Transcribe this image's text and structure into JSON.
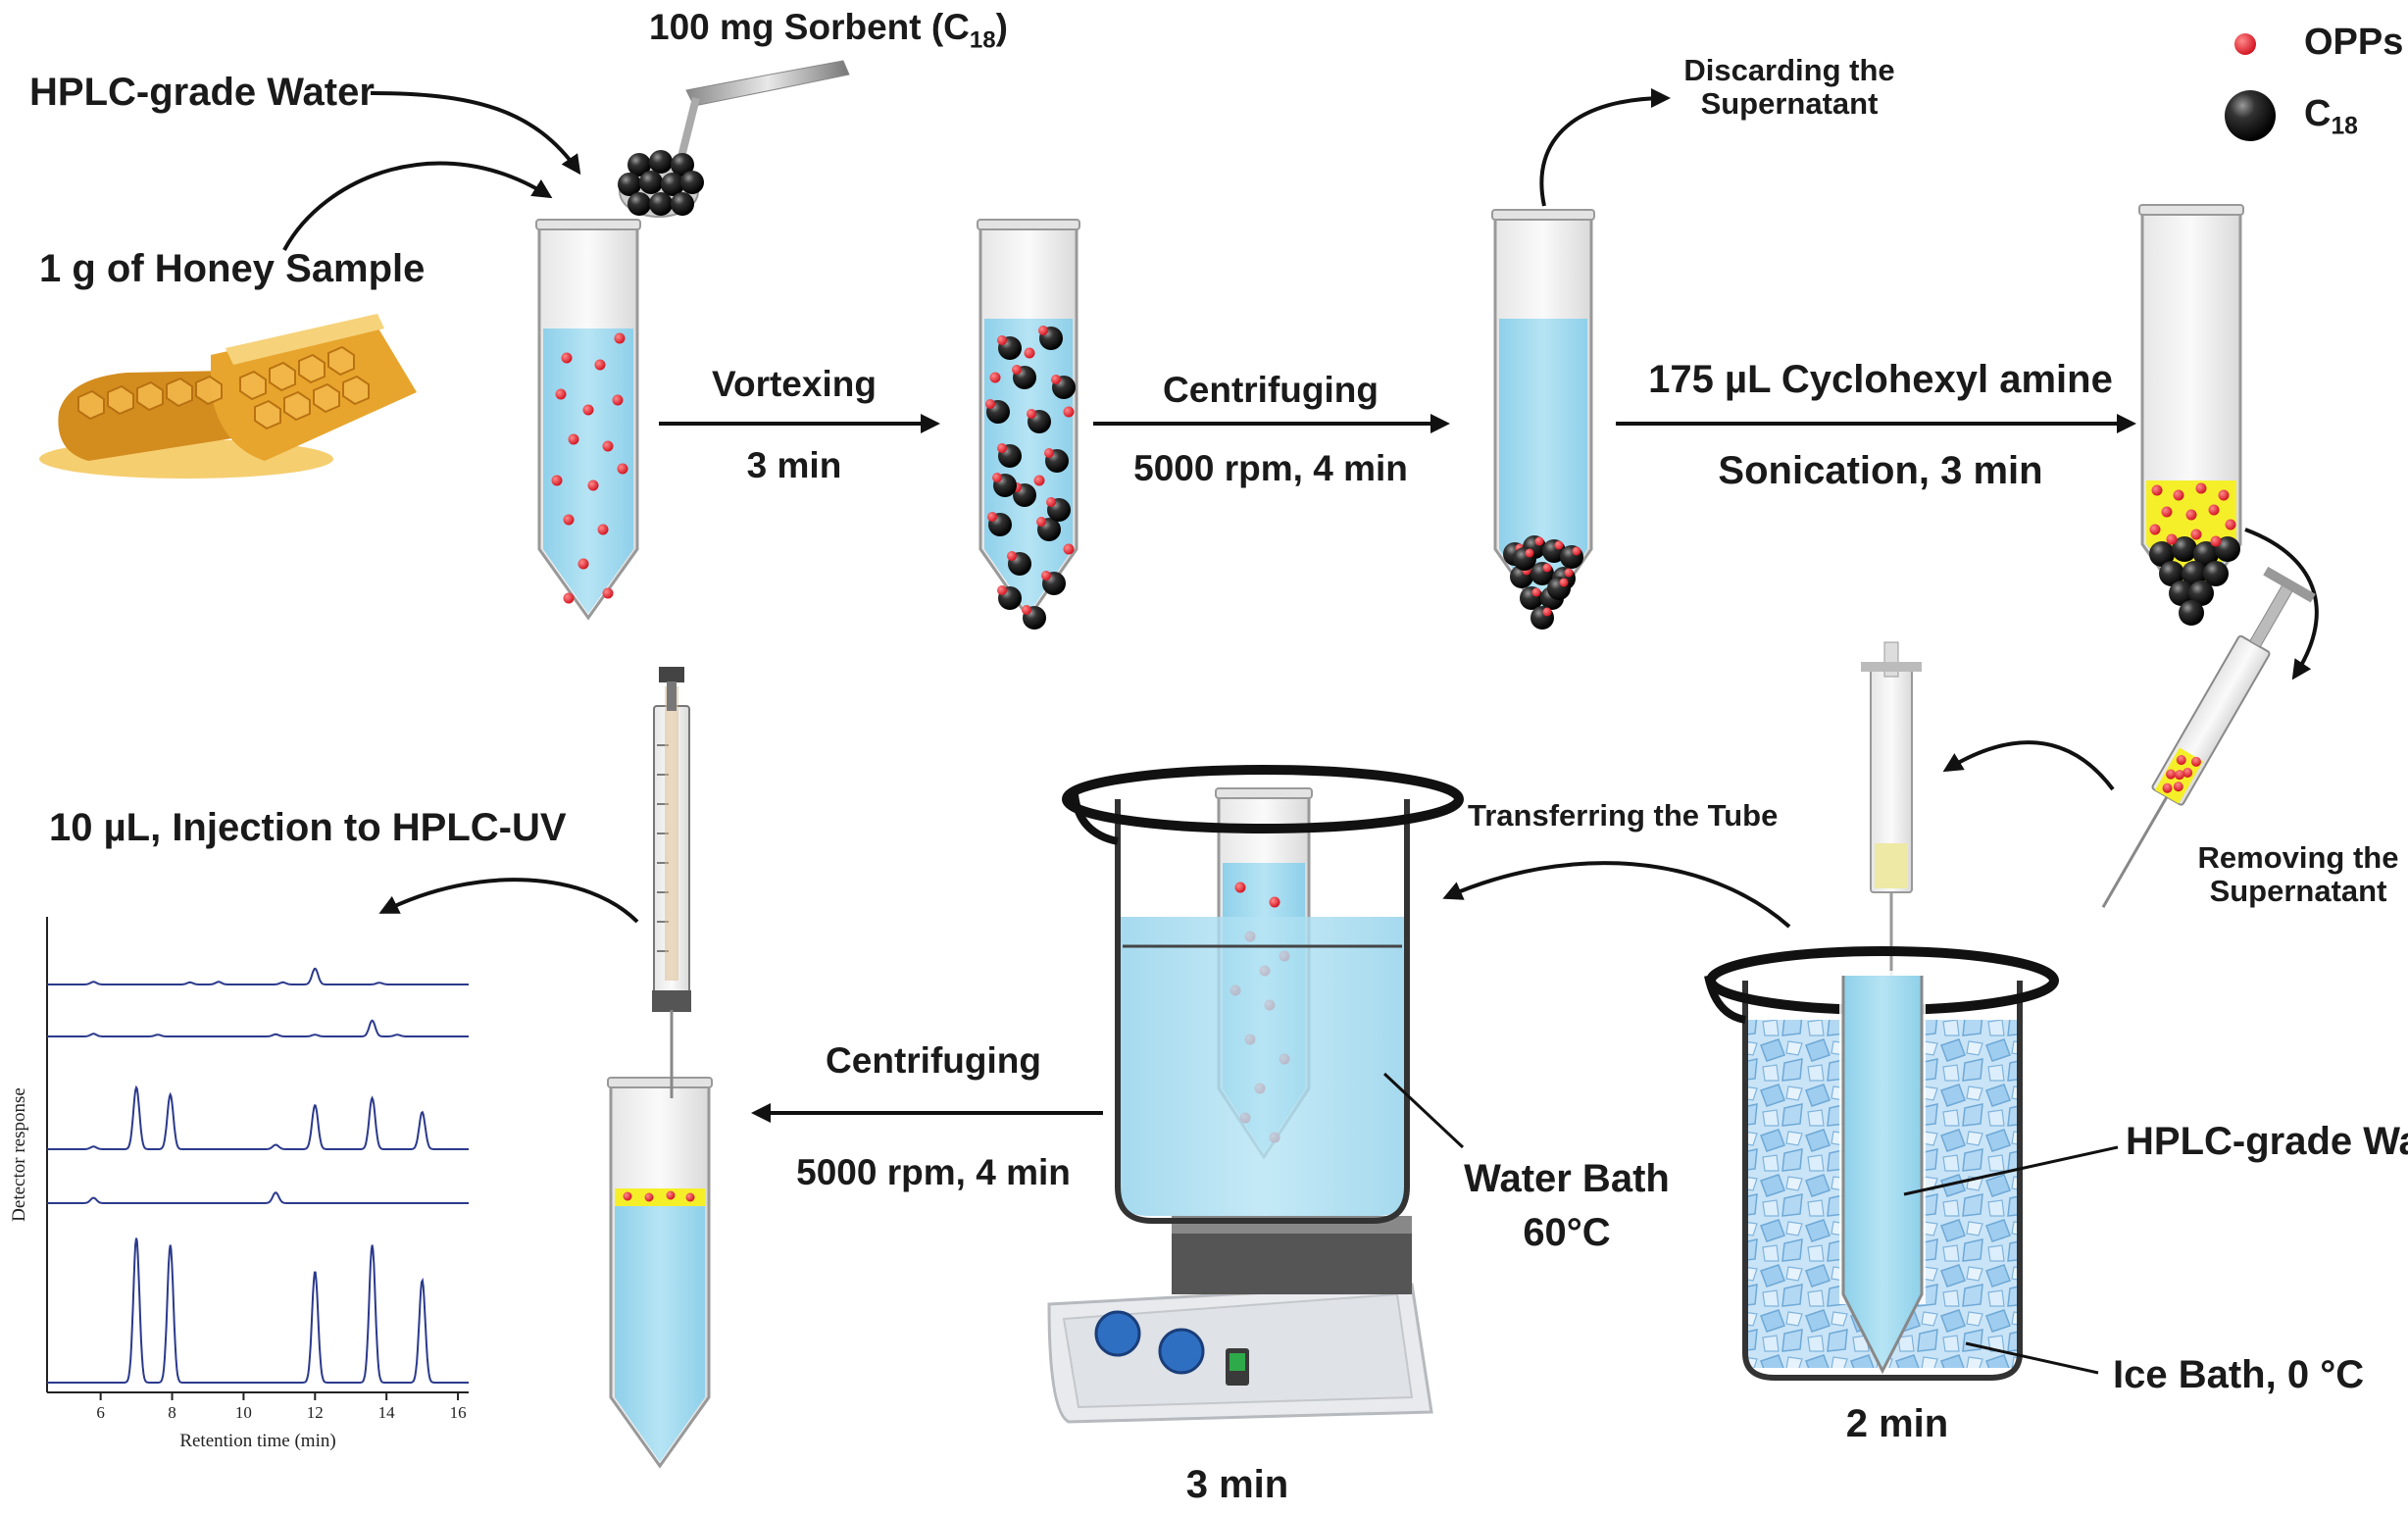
{
  "legend": {
    "opps": "OPPs",
    "c18_main": "C",
    "c18_sub": "18",
    "opps_color": "#e0202a",
    "c18_color": "#111111"
  },
  "labels": {
    "hplc_water_top": "HPLC-grade Water",
    "sorbent_main": "100 mg Sorbent (C",
    "sorbent_sub": "18",
    "sorbent_close": ")",
    "honey": "1 g of Honey Sample",
    "vortexing": "Vortexing",
    "vortex_time": "3 min",
    "centrifuging_top": "Centrifuging",
    "centrifuging_top_cond": "5000 rpm, 4 min",
    "discarding_1": "Discarding the",
    "discarding_2": "Supernatant",
    "cyclohexyl": "175 µL Cyclohexyl amine",
    "sonication": "Sonication, 3 min",
    "removing_1": "Removing the",
    "removing_2": "Supernatant",
    "transferring": "Transferring the Tube",
    "hplc_water_ice": "HPLC-grade Water",
    "ice_bath": "Ice Bath, 0 °C",
    "ice_time": "2 min",
    "water_bath_1": "Water Bath",
    "water_bath_2": "60°C",
    "water_time": "3 min",
    "centrifuging_bottom": "Centrifuging",
    "centrifuging_bottom_cond": "5000 rpm, 4 min",
    "injection": "10 µL, Injection to HPLC-UV"
  },
  "colors": {
    "water": "#a9dcef",
    "water_dark": "#7cc6e3",
    "honey": "#e8b13a",
    "organic_phase": "#f5ef2a",
    "ice": "#b9dbf3"
  },
  "chart_data": {
    "type": "line",
    "xlabel": "Retention time (min)",
    "ylabel": "Detector response",
    "xlim": [
      4.5,
      16.3
    ],
    "x_ticks": [
      6,
      8,
      10,
      12,
      14,
      16
    ],
    "grid": false,
    "series": [
      {
        "peaks": [
          [
            12.0,
            0.9
          ],
          [
            5.8,
            0.15
          ],
          [
            8.5,
            0.12
          ],
          [
            9.3,
            0.15
          ],
          [
            11.1,
            0.12
          ],
          [
            13.8,
            0.1
          ]
        ]
      },
      {
        "peaks": [
          [
            13.6,
            0.9
          ],
          [
            5.8,
            0.15
          ],
          [
            7.6,
            0.1
          ],
          [
            10.9,
            0.12
          ],
          [
            12.0,
            0.1
          ],
          [
            14.3,
            0.1
          ]
        ]
      },
      {
        "peaks": [
          [
            7.0,
            3.5
          ],
          [
            7.95,
            3.1
          ],
          [
            12.0,
            2.5
          ],
          [
            13.6,
            2.9
          ],
          [
            15.0,
            2.1
          ],
          [
            5.8,
            0.15
          ],
          [
            10.9,
            0.25
          ]
        ]
      },
      {
        "peaks": [
          [
            10.9,
            0.6
          ],
          [
            5.8,
            0.3
          ]
        ]
      },
      {
        "peaks": [
          [
            7.0,
            8.2
          ],
          [
            7.95,
            7.8
          ],
          [
            12.0,
            6.3
          ],
          [
            13.6,
            7.8
          ],
          [
            15.0,
            5.8
          ]
        ]
      }
    ]
  }
}
